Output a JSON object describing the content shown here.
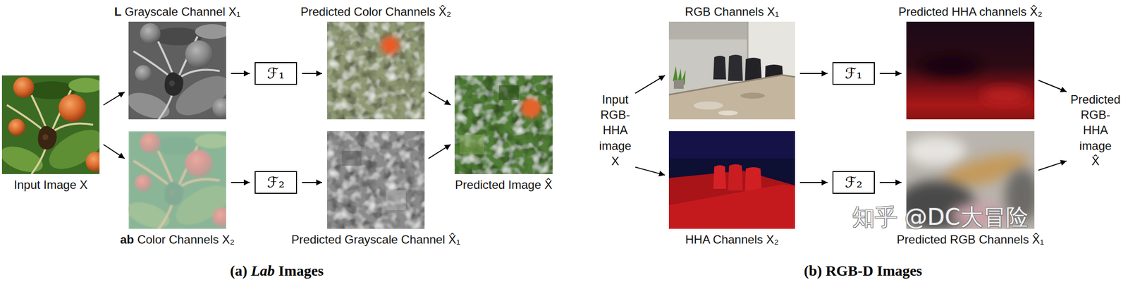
{
  "diagram": {
    "nodes": [
      {
        "text": [
          "Input Image X"
        ]
      },
      {
        "text": [
          "L Grayscale Channel X₁"
        ]
      },
      {
        "text": [
          "ab Color Channels X₂"
        ]
      },
      {
        "text": [
          "ℱ₁"
        ]
      },
      {
        "text": [
          "ℱ₂"
        ]
      },
      {
        "text": [
          "Predicted Color Channels X̂₂"
        ]
      },
      {
        "text": [
          "Predicted Grayscale Channel X̂₁"
        ]
      },
      {
        "text": [
          "Predicted Image X̂"
        ]
      },
      {
        "text": [
          "Input RGB-HHA image X"
        ]
      },
      {
        "text": [
          "RGB Channels X₁"
        ]
      },
      {
        "text": [
          "HHA Channels X₂"
        ]
      },
      {
        "text": [
          "ℱ₁"
        ]
      },
      {
        "text": [
          "ℱ₂"
        ]
      },
      {
        "text": [
          "Predicted HHA channels X̂₂"
        ]
      },
      {
        "text": [
          "Predicted RGB Channels X̂₁"
        ]
      },
      {
        "text": [
          "Predicted RGB-HHA image X̂"
        ]
      }
    ],
    "edges": [
      {
        "from": 0,
        "to": 1,
        "arrow": "to"
      },
      {
        "from": 0,
        "to": 2,
        "arrow": "to"
      },
      {
        "from": 1,
        "to": 3,
        "arrow": "to"
      },
      {
        "from": 3,
        "to": 5,
        "arrow": "to"
      },
      {
        "from": 2,
        "to": 4,
        "arrow": "to"
      },
      {
        "from": 4,
        "to": 6,
        "arrow": "to"
      },
      {
        "from": 5,
        "to": 7,
        "arrow": "to"
      },
      {
        "from": 6,
        "to": 7,
        "arrow": "to"
      },
      {
        "from": 8,
        "to": 9,
        "arrow": "to"
      },
      {
        "from": 8,
        "to": 10,
        "arrow": "to"
      },
      {
        "from": 9,
        "to": 11,
        "arrow": "to"
      },
      {
        "from": 11,
        "to": 13,
        "arrow": "to"
      },
      {
        "from": 10,
        "to": 12,
        "arrow": "to"
      },
      {
        "from": 12,
        "to": 14,
        "arrow": "to"
      },
      {
        "from": 13,
        "to": 15,
        "arrow": "to"
      },
      {
        "from": 14,
        "to": 15,
        "arrow": "to"
      }
    ],
    "labels": [
      "(a) Lab Images",
      "(b) RGB-D Images",
      "知乎 @DC大冒险"
    ]
  }
}
